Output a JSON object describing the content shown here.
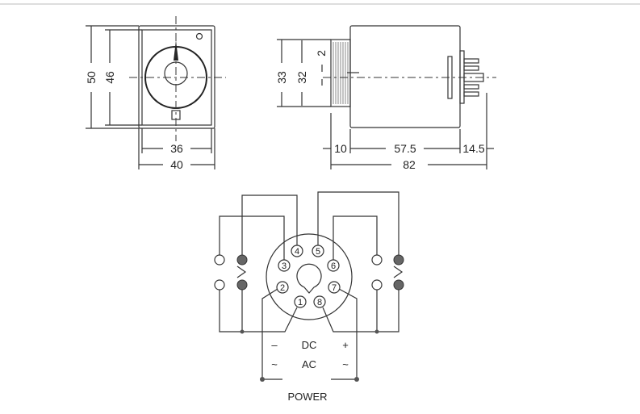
{
  "dimensions": {
    "front_height_outer": "50",
    "front_height_inner": "46",
    "front_width_inner": "36",
    "front_width_outer": "40",
    "knob_height_outer": "33",
    "knob_height_inner": "32",
    "shaft_offset": "2",
    "knob_depth": "10",
    "body_length": "57.5",
    "pin_length": "14.5",
    "total_length": "82"
  },
  "socket": {
    "pins": [
      "1",
      "2",
      "3",
      "4",
      "5",
      "6",
      "7",
      "8"
    ]
  },
  "power": {
    "dc_label": "DC",
    "dc_minus": "–",
    "dc_plus": "+",
    "ac_label": "AC",
    "ac_left": "~",
    "ac_right": "~",
    "title": "POWER"
  }
}
